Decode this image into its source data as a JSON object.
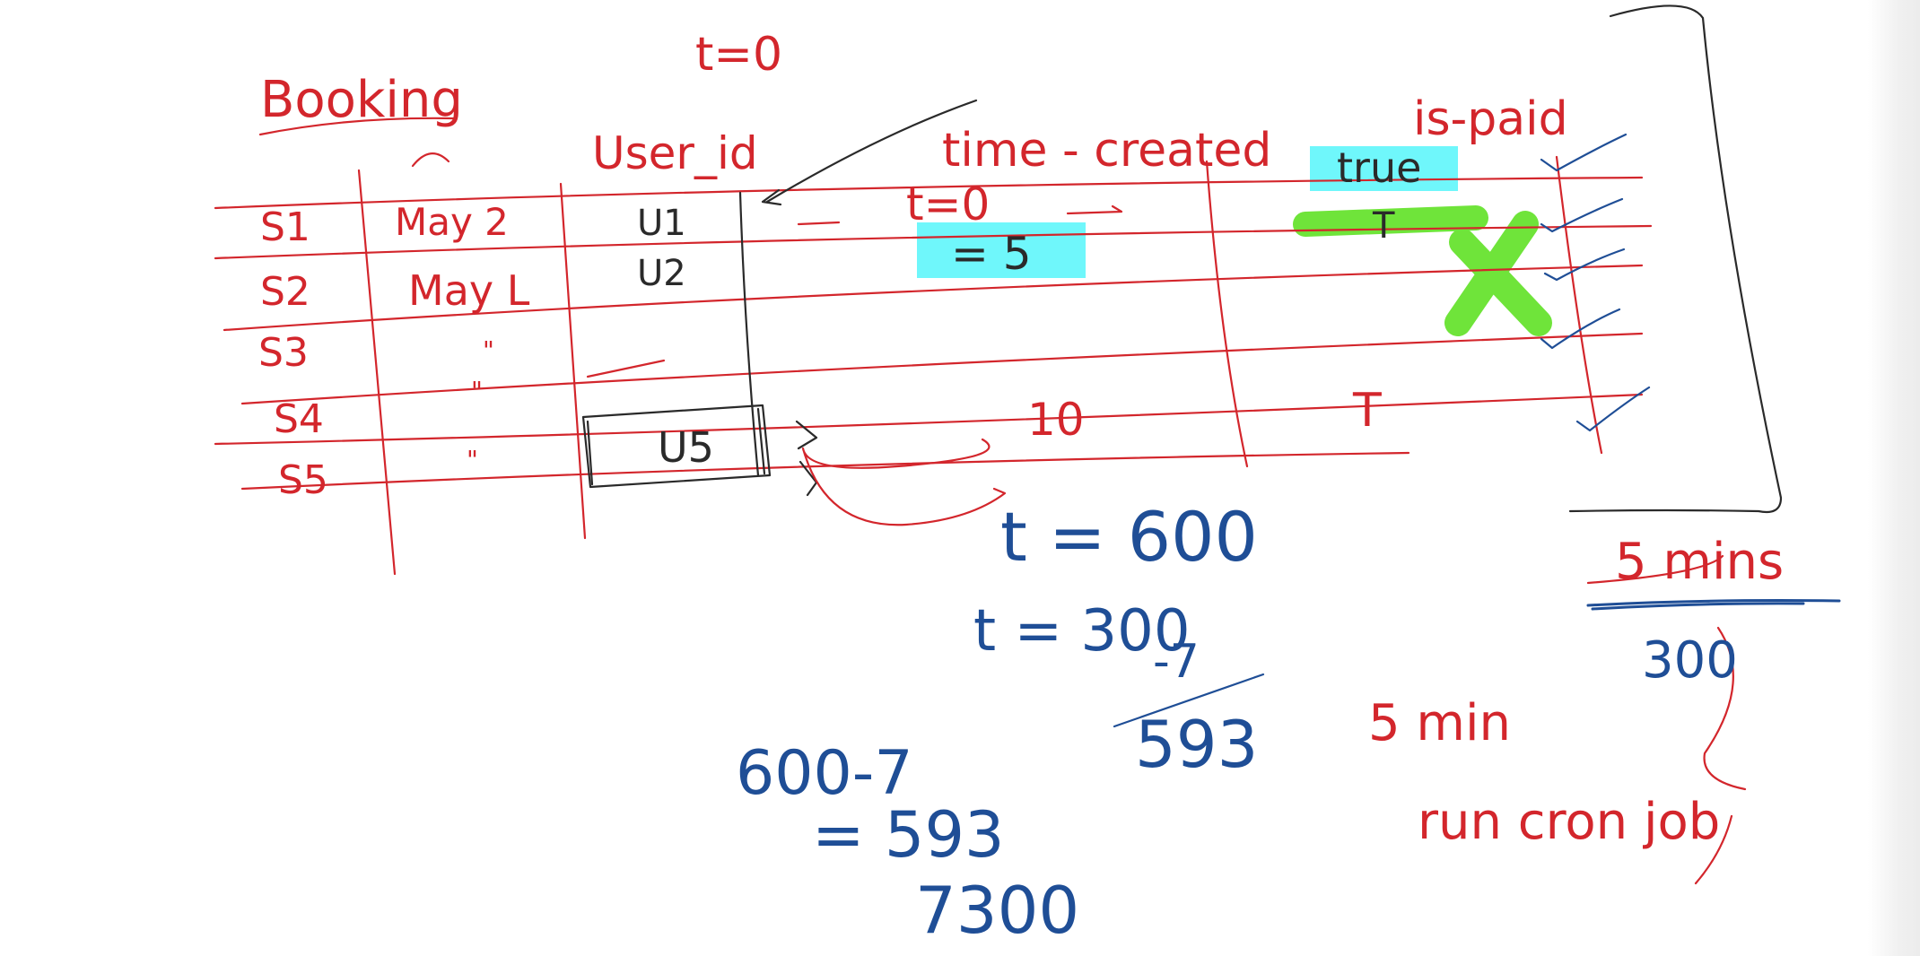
{
  "colors": {
    "red": "#d3262c",
    "blue": "#1f4e96",
    "black": "#2a2a2a",
    "cyan": "#6ff7fb",
    "green": "#6fe43a"
  },
  "board": {
    "top_time": "t=0",
    "table_title": "Booking",
    "headers": {
      "user_id": "User_id",
      "time_created": "time - created",
      "is_paid": "is-paid"
    },
    "rows": [
      {
        "seat": "S1",
        "date": "May 2",
        "user": "U1",
        "time": "t=0",
        "paid": "true"
      },
      {
        "seat": "S2",
        "date": "May L",
        "user": "U2",
        "time": "= 5",
        "paid": "T"
      },
      {
        "seat": "S3",
        "date": "\"",
        "user": "",
        "time": "",
        "paid": ""
      },
      {
        "seat": "S4",
        "date": "\"",
        "user": "",
        "time": "",
        "paid": "T"
      },
      {
        "seat": "S5",
        "date": "\"",
        "user": "U5",
        "time": "10",
        "paid": ""
      }
    ],
    "notes": {
      "t600": "t = 600",
      "t300": "t = 300",
      "minus7": "-7",
      "result593": "593",
      "calc": "600-7",
      "eq593": "= 593",
      "n7300": "7300",
      "five_mins": "5 mins",
      "n300": "300",
      "five_min": "5 min",
      "cron": "run cron job"
    }
  }
}
